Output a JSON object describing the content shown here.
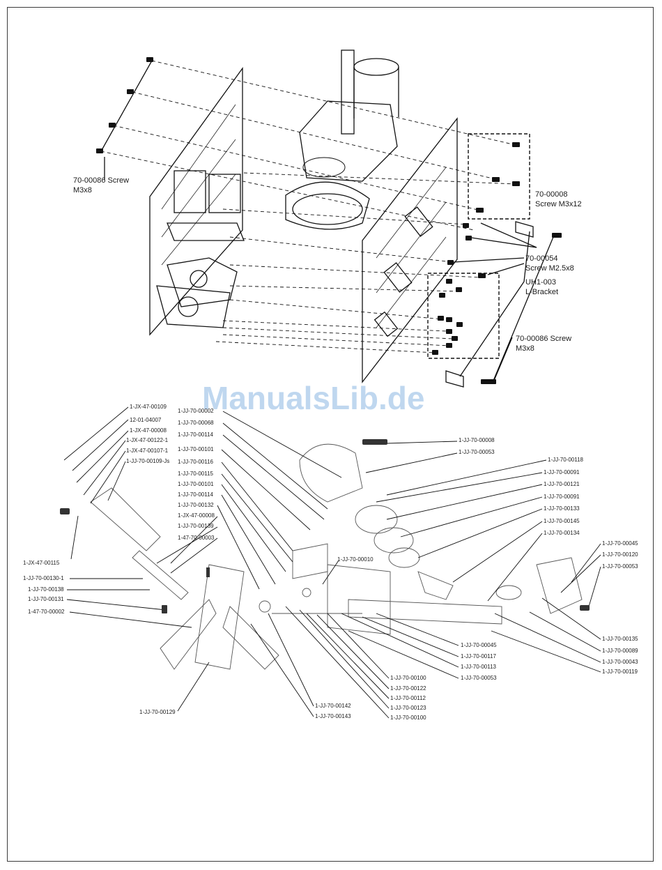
{
  "watermark": "ManualsLib.de",
  "top_callouts": {
    "screw_left": [
      "70-00086 Screw",
      "M3x8"
    ],
    "screw_m3x12": [
      "70-00008",
      "Screw M3x12"
    ],
    "screw_m25": [
      "70-00054",
      "Screw M2.5x8"
    ],
    "bracket": [
      "UH1-003",
      "L-Bracket"
    ],
    "screw_right": [
      "70-00086 Screw",
      "M3x8"
    ]
  },
  "parts_left": [
    "1-JX-47-00109",
    "12-01-04007",
    "1-JX-47-00008",
    "1-JX-47-00122-1",
    "1-JX-47-00107-1",
    "1-JJ-70-00109-Js",
    "1-JX-47-00115",
    "1-JJ-70-00130-1",
    "1-JJ-70-00138",
    "1-JJ-70-00131",
    "1-47-70-00002",
    "1-JJ-70-00129"
  ],
  "parts_center": [
    "1-JJ-70-00002",
    "1-JJ-70-00068",
    "1-JJ-70-00114",
    "1-JJ-70-00101",
    "1-JJ-70-00116",
    "1-JJ-70-00115",
    "1-JJ-70-00101",
    "1-JJ-70-00114",
    "1-JJ-70-00132",
    "1-JX-47-00008",
    "1-JJ-70-00139",
    "1-47-70-00003",
    "1-JJ-70-00010"
  ],
  "parts_right": [
    "1-JJ-70-00008",
    "1-JJ-70-00053",
    "1-JJ-70-00118",
    "1-JJ-70-00091",
    "1-JJ-70-00121",
    "1-JJ-70-00091",
    "1-JJ-70-00133",
    "1-JJ-70-00145",
    "1-JJ-70-00134",
    "1-JJ-70-00045",
    "1-JJ-70-00120",
    "1-JJ-70-00053",
    "1-JJ-70-00135",
    "1-JJ-70-00089",
    "1-JJ-70-00043",
    "1-JJ-70-00119"
  ],
  "parts_bottom": [
    "1-JJ-70-00045",
    "1-JJ-70-00117",
    "1-JJ-70-00113",
    "1-JJ-70-00053",
    "1-JJ-70-00100",
    "1-JJ-70-00122",
    "1-JJ-70-00112",
    "1-JJ-70-00123",
    "1-JJ-70-00100",
    "1-JJ-70-00142",
    "1-JJ-70-00143"
  ]
}
